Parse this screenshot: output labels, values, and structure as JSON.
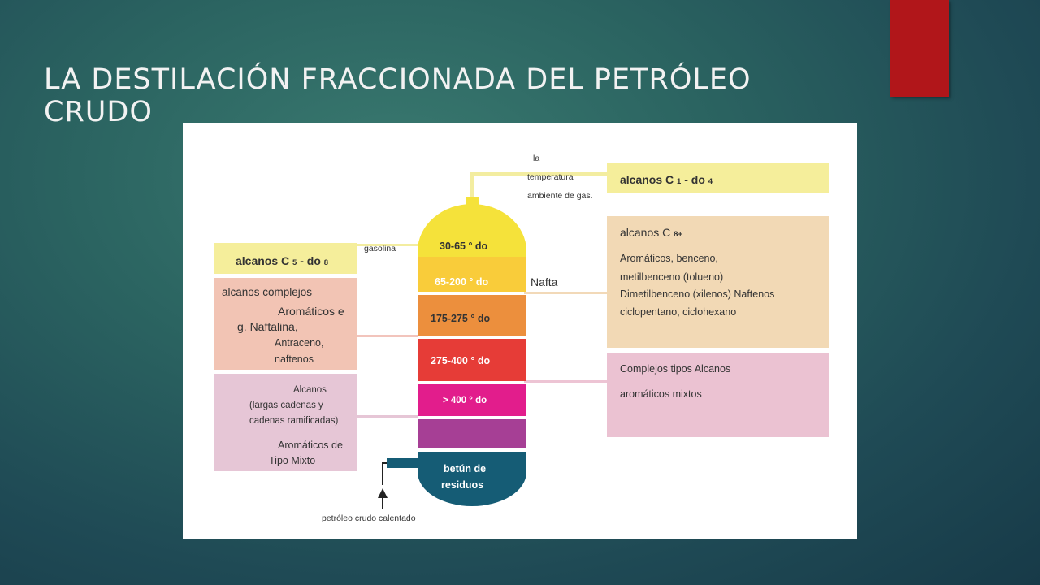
{
  "title": {
    "line1": "LA DESTILACIÓN FRACCIONADA DEL PETRÓLEO",
    "line2": "CRUDO"
  },
  "colors": {
    "accent": "#b1161a",
    "band1": "#f5e23a",
    "band2": "#f9cc3a",
    "band3": "#ec8f3d",
    "band4": "#e63c37",
    "band5": "#e21d8c",
    "band6": "#a63f95",
    "band7": "#155c75"
  },
  "diagram": {
    "top_note": {
      "line1": "la",
      "line2": "temperatura",
      "line3": "ambiente de gas."
    },
    "bands": [
      {
        "label": "30-65 ° do"
      },
      {
        "label": "65-200 ° do"
      },
      {
        "label": "175-275 ° do"
      },
      {
        "label": "275-400 ° do"
      },
      {
        "label": "> 400 ° do"
      },
      {
        "label": ""
      },
      {
        "line1": "betún de",
        "line2": "residuos"
      }
    ],
    "inlet": "petróleo crudo calentado",
    "gasolina": "gasolina",
    "nafta": "Nafta",
    "right_top": {
      "main": "alcanos C",
      "sub1": "1",
      "mid": "- do",
      "sub2": "4"
    },
    "right_mid": {
      "main": "alcanos C",
      "sub": "8+",
      "line1": "Aromáticos, benceno,",
      "line2": "metilbenceno (tolueno)",
      "line3": "Dimetilbenceno (xilenos) Naftenos",
      "line4": "ciclopentano, ciclohexano"
    },
    "right_bottom": {
      "line1": "Complejos tipos Alcanos",
      "line2": "aromáticos mixtos"
    },
    "left_top": {
      "main": "alcanos C",
      "sub1": "5",
      "mid": "- do",
      "sub2": "8"
    },
    "left_mid": {
      "line1": "alcanos complejos",
      "line2": "Aromáticos e",
      "line3": "g. Naftalina,",
      "line4": "Antraceno,",
      "line5": "naftenos"
    },
    "left_bottom": {
      "line1": "Alcanos",
      "line2": "(largas cadenas y",
      "line3": "cadenas ramificadas)",
      "line4": "Aromáticos de",
      "line5": "Tipo Mixto"
    }
  }
}
